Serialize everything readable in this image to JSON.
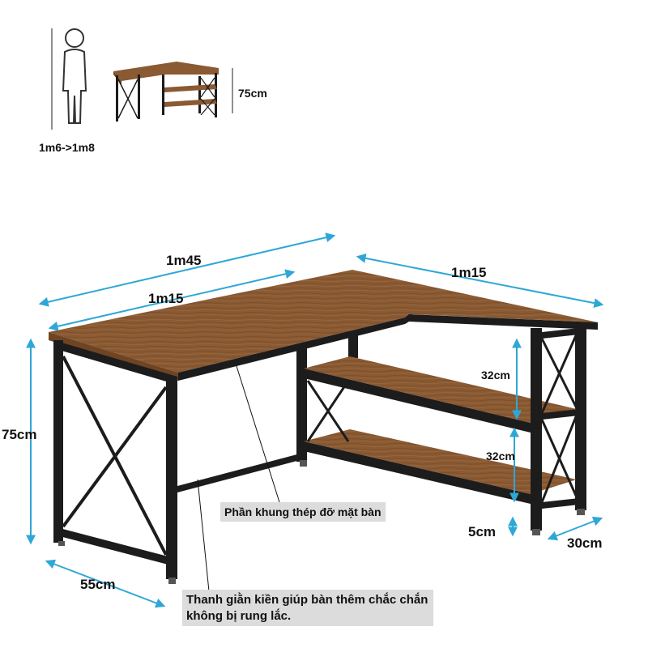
{
  "labels": {
    "person_height": "1m6->1m8",
    "small_height": "75cm",
    "top_long": "1m45",
    "top_right": "1m15",
    "top_inner": "1m15",
    "height_left": "75cm",
    "shelf_gap_upper": "32cm",
    "shelf_gap_lower": "32cm",
    "foot_clearance": "5cm",
    "depth_left": "55cm",
    "depth_right": "30cm"
  },
  "notes": {
    "frame": "Phần khung thép đỡ mặt bàn",
    "brace": "Thanh giằn kiền giúp bàn thêm chắc chắn không bị rung lắc."
  },
  "colors": {
    "wood": "#8a5a33",
    "wood_dark": "#6e4423",
    "steel": "#1c1c1c",
    "dimension": "#2fa7d6",
    "note_bg": "#dcdcdc"
  }
}
